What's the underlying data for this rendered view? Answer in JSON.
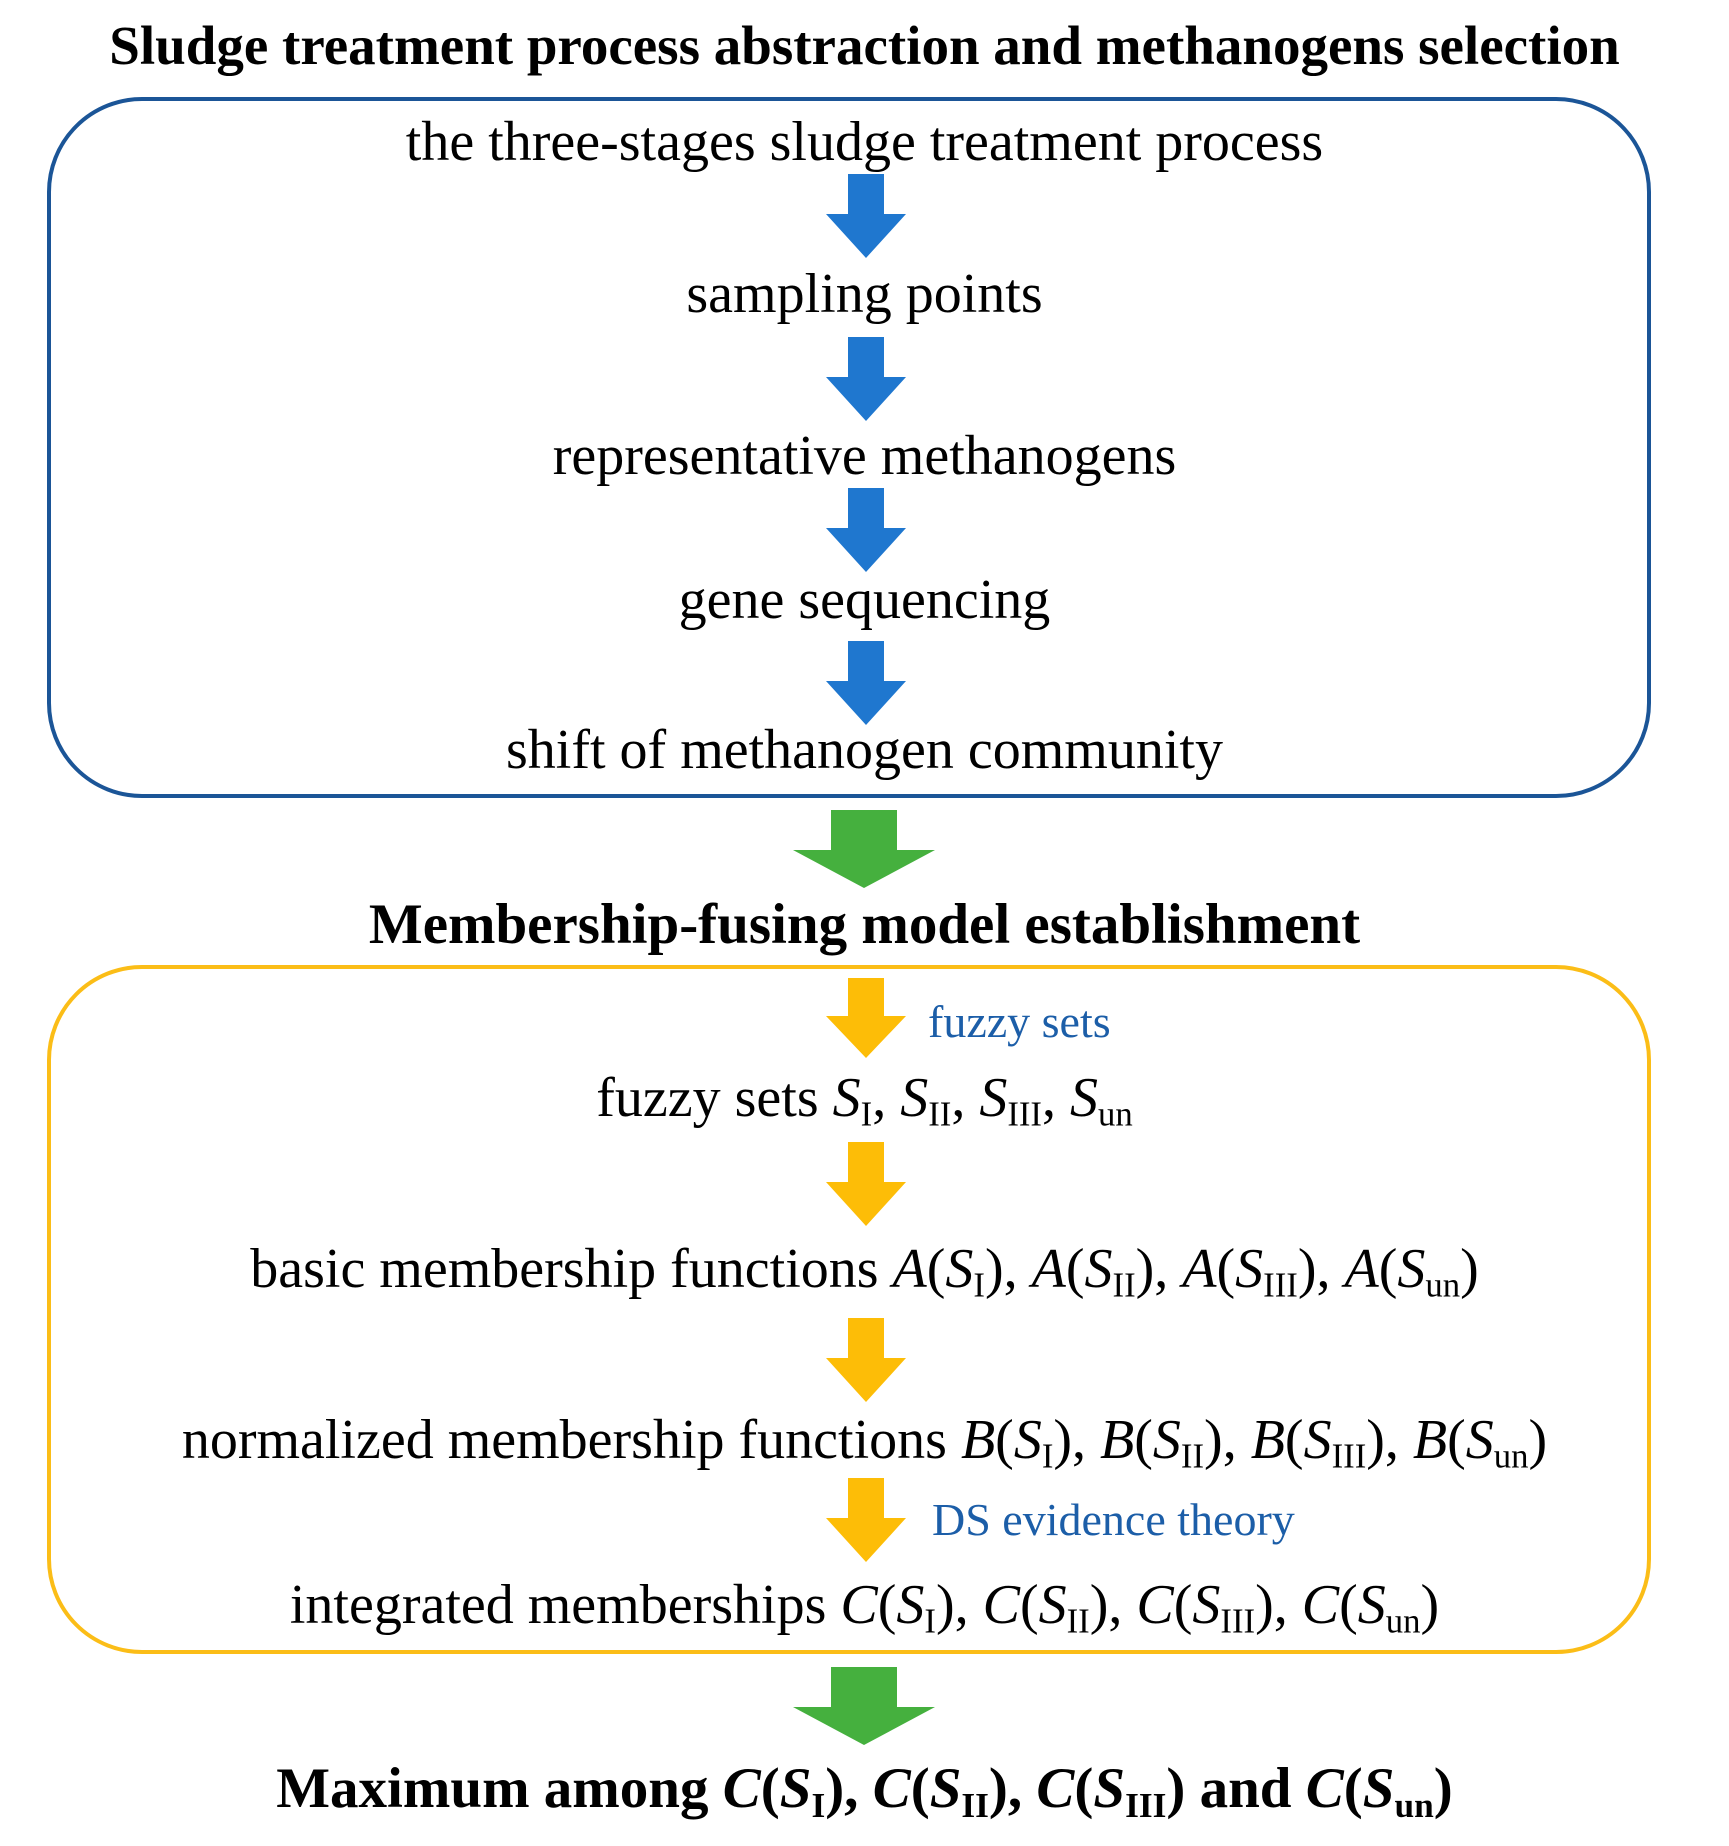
{
  "colors": {
    "text": "#000000",
    "box_top_border": "#1b5597",
    "box_bottom_border": "#fbbd17",
    "arrow_blue": "#1f77cf",
    "arrow_green": "#45b03e",
    "arrow_yellow": "#fdbd07",
    "annotation_blue": "#1c5ea8"
  },
  "section1": {
    "heading": "Sludge treatment process abstraction and methanogens selection",
    "steps": [
      "the three-stages sludge treatment process",
      "sampling points",
      "representative methanogens",
      "gene sequencing",
      "shift of methanogen community"
    ]
  },
  "section2": {
    "heading": "Membership-fusing model establishment",
    "annotation_1": "fuzzy sets",
    "annotation_2": "DS evidence theory",
    "step1_prefix": "fuzzy sets ",
    "step2_prefix": "basic membership functions ",
    "step3_prefix": "normalized membership functions ",
    "step4_prefix": "integrated memberships "
  },
  "section3": {
    "heading_prefix": "Maximum among ",
    "heading_joiner": " and "
  },
  "symbols": {
    "set_letter": "S",
    "sub_1": "I",
    "sub_2": "II",
    "sub_3": "III",
    "sub_un": "un",
    "func_A": "A",
    "func_B": "B",
    "func_C": "C"
  }
}
